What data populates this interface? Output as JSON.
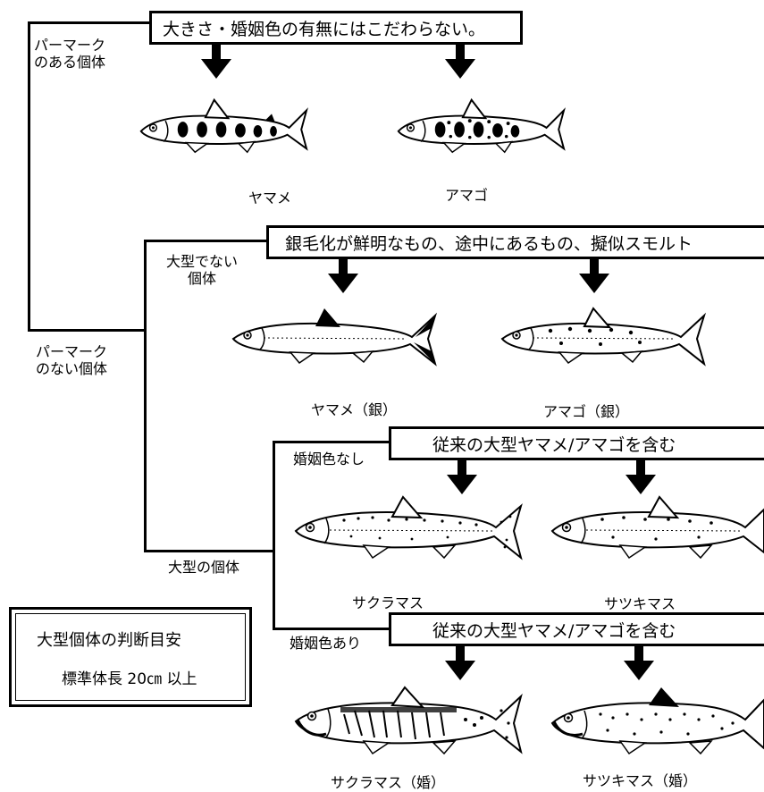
{
  "boxes": {
    "parr": "大きさ・婚姻色の有無にはこだわらない。",
    "silver": "銀毛化が鮮明なもの、途中にあるもの、擬似スモルト",
    "no_nuptial": "従来の大型ヤマメ/アマゴを含む",
    "nuptial": "従来の大型ヤマメ/アマゴを含む"
  },
  "branches": {
    "with_parr_marks": [
      "パーマーク",
      "のある個体"
    ],
    "without_parr_marks": [
      "パーマーク",
      "のない個体"
    ],
    "not_large": [
      "大型でない",
      "個体"
    ],
    "large": "大型の個体",
    "no_nuptial_color": "婚姻色なし",
    "nuptial_color": "婚姻色あり"
  },
  "fish_names": {
    "yamame": "ヤマメ",
    "amago": "アマゴ",
    "yamame_silver": "ヤマメ（銀）",
    "amago_silver": "アマゴ（銀）",
    "sakuramasu": "サクラマス",
    "satsukimasu": "サツキマス",
    "sakuramasu_nuptial": "サクラマス（婚）",
    "satsukimasu_nuptial": "サツキマス（婚）"
  },
  "note": {
    "title": "大型個体の判断目安",
    "criterion": "標準体長 20㎝ 以上"
  }
}
